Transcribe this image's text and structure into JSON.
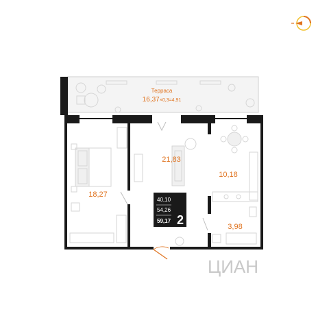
{
  "terrace": {
    "label": "Терраса",
    "area": "16,37",
    "formula": "×0,3=4,91"
  },
  "rooms": {
    "bedroom": "18,27",
    "living": "21,83",
    "kitchen": "10,18",
    "bathroom": "3,98"
  },
  "summary": {
    "living_area": "40,10",
    "total_area": "54,26",
    "total_with_terrace": "59,17",
    "room_count": "2"
  },
  "watermark": "ЦИАН",
  "colors": {
    "accent": "#e0731f",
    "wall": "#1a1a1a",
    "furniture": "#d6d6d6",
    "summary_box": "#1a1a1a"
  },
  "icons": [
    "compass-icon"
  ]
}
